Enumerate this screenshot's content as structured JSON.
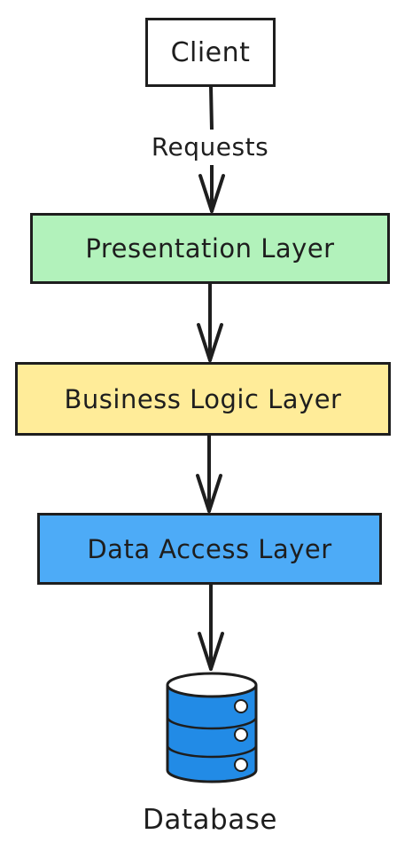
{
  "diagram": {
    "client": "Client",
    "requests": "Requests",
    "presentation_layer": "Presentation Layer",
    "business_logic_layer": "Business Logic Layer",
    "data_access_layer": "Data Access Layer",
    "database": "Database"
  },
  "colors": {
    "stroke": "#1e1e1e",
    "presentation_fill": "#b2f2bb",
    "business_fill": "#ffec99",
    "data_access_fill": "#4dabf7",
    "database_fill": "#228be6"
  },
  "icons": {
    "database": "database-cylinder-icon"
  }
}
